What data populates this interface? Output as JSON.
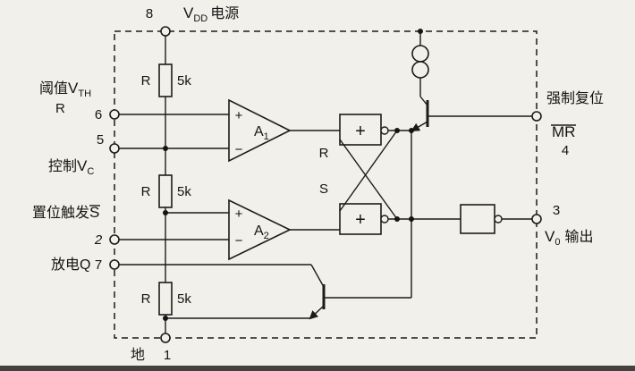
{
  "page": {
    "paper": "#f1f0ea",
    "ink": "#1b1b1b"
  },
  "top": {
    "pin": "8",
    "v_main": "V",
    "v_sub": "DD",
    "v_suffix": "电源"
  },
  "bottom": {
    "ground": "地",
    "pin": "1"
  },
  "left": {
    "threshold_prefix": "阈值",
    "threshold_main": "V",
    "threshold_sub": "TH",
    "threshold_r": "R",
    "pin6": "6",
    "pin5": "5",
    "control_prefix": "控制",
    "control_main": "V",
    "control_sub": "C",
    "trigger_prefix": "置位触发",
    "trigger_s": "S",
    "pin2": "2",
    "discharge_label": "放电Q",
    "pin7": "7"
  },
  "right": {
    "reset_label": "强制复位",
    "reset_mr": "MR",
    "pin4": "4",
    "pin3": "3",
    "out_main": "V",
    "out_sub": "0",
    "out_suffix": "输出"
  },
  "resistors": [
    {
      "name": "R",
      "value": "5k"
    },
    {
      "name": "R",
      "value": "5k"
    },
    {
      "name": "R",
      "value": "5k"
    }
  ],
  "comparators": [
    {
      "name": "A",
      "sub": "1",
      "plus": "+",
      "minus": "−"
    },
    {
      "name": "A",
      "sub": "2",
      "plus": "+",
      "minus": "−"
    }
  ],
  "latch": {
    "r": "R",
    "s": "S",
    "plus_top": "+",
    "plus_bottom": "+"
  }
}
